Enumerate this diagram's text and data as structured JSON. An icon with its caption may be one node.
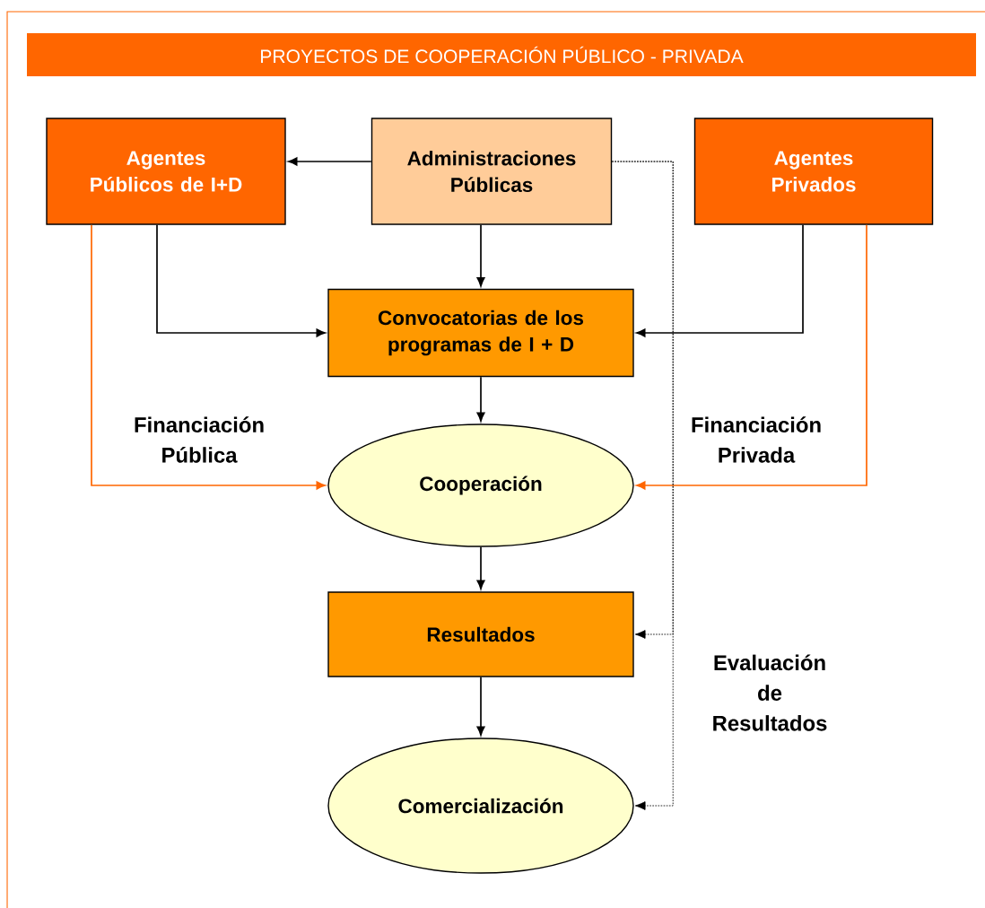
{
  "diagram": {
    "title": "PROYECTOS DE COOPERACIÓN PÚBLICO - PRIVADA",
    "nodes": [
      {
        "text": [
          "Agentes Públicos de I+D"
        ]
      },
      {
        "text": [
          "Administraciones Públicas"
        ]
      },
      {
        "text": [
          "Agentes Privados"
        ]
      },
      {
        "text": [
          "Convocatorias de los programas de I + D"
        ]
      },
      {
        "text": [
          "Cooperación"
        ]
      },
      {
        "text": [
          "Resultados"
        ]
      },
      {
        "text": [
          "Comercialización"
        ]
      }
    ],
    "edges": [
      {
        "from": 1,
        "to": 0,
        "arrow": "to"
      },
      {
        "from": 1,
        "to": 3,
        "arrow": "to"
      },
      {
        "from": 0,
        "to": 3,
        "arrow": "to"
      },
      {
        "from": 2,
        "to": 3,
        "arrow": "to"
      },
      {
        "from": 3,
        "to": 4,
        "arrow": "to"
      },
      {
        "from": 0,
        "to": 4,
        "arrow": "to",
        "color": "#ff6600"
      },
      {
        "from": 2,
        "to": 4,
        "arrow": "to",
        "color": "#ff6600"
      },
      {
        "from": 4,
        "to": 5,
        "arrow": "to"
      },
      {
        "from": 5,
        "to": 6,
        "arrow": "to"
      },
      {
        "from": 1,
        "to": 5,
        "arrow": "to",
        "style": "dashed"
      },
      {
        "from": 1,
        "to": 6,
        "arrow": "to",
        "style": "dashed"
      }
    ],
    "labels": [
      "Financiación Pública",
      "Financiación Privada",
      "Evaluación de Resultados"
    ]
  }
}
